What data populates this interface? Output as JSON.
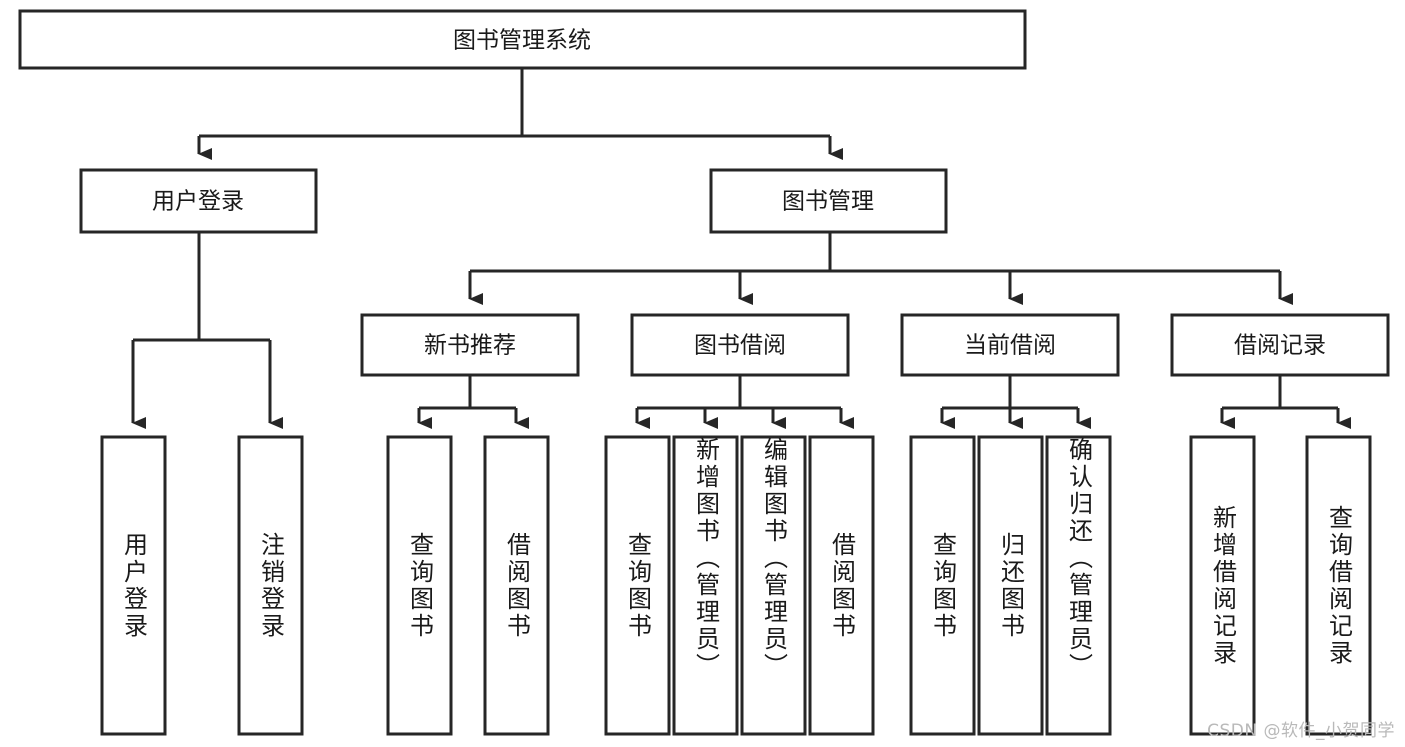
{
  "diagram": {
    "title": "图书管理系统",
    "type": "tree",
    "stroke_color": "#262626",
    "fill_color": "#ffffff",
    "text_color": "#1a1a1a",
    "levels": {
      "root": {
        "label": "图书管理系统"
      },
      "level2": [
        {
          "id": "user-login",
          "label": "用户登录"
        },
        {
          "id": "book-manage",
          "label": "图书管理"
        }
      ],
      "level3": [
        {
          "id": "new-book-recommend",
          "label": "新书推荐"
        },
        {
          "id": "book-borrow",
          "label": "图书借阅"
        },
        {
          "id": "current-borrow",
          "label": "当前借阅"
        },
        {
          "id": "borrow-record",
          "label": "借阅记录"
        }
      ],
      "leaves": {
        "user-login": [
          {
            "id": "leaf-user-login",
            "label": "用户登录"
          },
          {
            "id": "leaf-logout-login",
            "label": "注销登录"
          }
        ],
        "new-book-recommend": [
          {
            "id": "leaf-query-book-1",
            "label": "查询图书"
          },
          {
            "id": "leaf-borrow-book-1",
            "label": "借阅图书"
          }
        ],
        "book-borrow": [
          {
            "id": "leaf-query-book-2",
            "label": "查询图书"
          },
          {
            "id": "leaf-add-book",
            "label": "新增图书（管理员）"
          },
          {
            "id": "leaf-edit-book",
            "label": "编辑图书（管理员）"
          },
          {
            "id": "leaf-borrow-book-2",
            "label": "借阅图书"
          }
        ],
        "current-borrow": [
          {
            "id": "leaf-query-book-3",
            "label": "查询图书"
          },
          {
            "id": "leaf-return-book",
            "label": "归还图书"
          },
          {
            "id": "leaf-confirm-return",
            "label": "确认归还（管理员）"
          }
        ],
        "borrow-record": [
          {
            "id": "leaf-add-record",
            "label": "新增借阅记录"
          },
          {
            "id": "leaf-query-record",
            "label": "查询借阅记录"
          }
        ]
      }
    }
  },
  "watermark": {
    "text": "CSDN @软件_小贺同学"
  }
}
